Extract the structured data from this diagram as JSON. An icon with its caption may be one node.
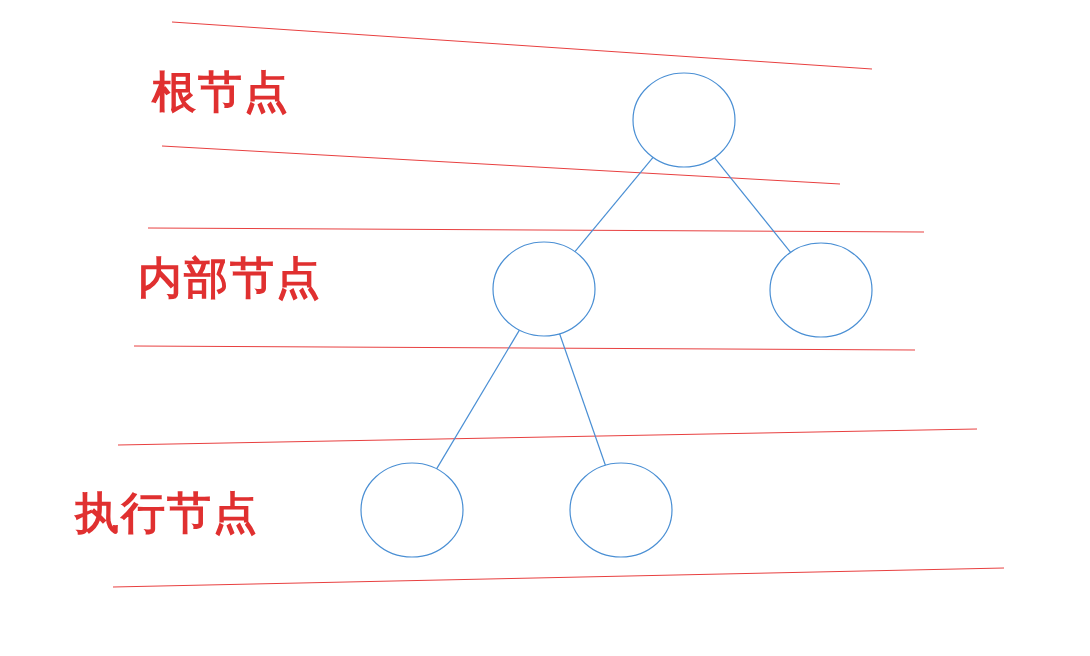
{
  "diagram": {
    "nodes": [
      {
        "text": [],
        "shape": "circle"
      },
      {
        "text": [],
        "shape": "circle"
      },
      {
        "text": [],
        "shape": "circle"
      },
      {
        "text": [],
        "shape": "circle"
      },
      {
        "text": [],
        "shape": "circle"
      }
    ],
    "edges": [
      {
        "from": 0,
        "to": 1,
        "arrow": "none"
      },
      {
        "from": 0,
        "to": 2,
        "arrow": "none"
      },
      {
        "from": 1,
        "to": 3,
        "arrow": "none"
      },
      {
        "from": 1,
        "to": 4,
        "arrow": "none"
      }
    ],
    "labels": [
      "根节点",
      "内部节点",
      "执行节点"
    ]
  }
}
